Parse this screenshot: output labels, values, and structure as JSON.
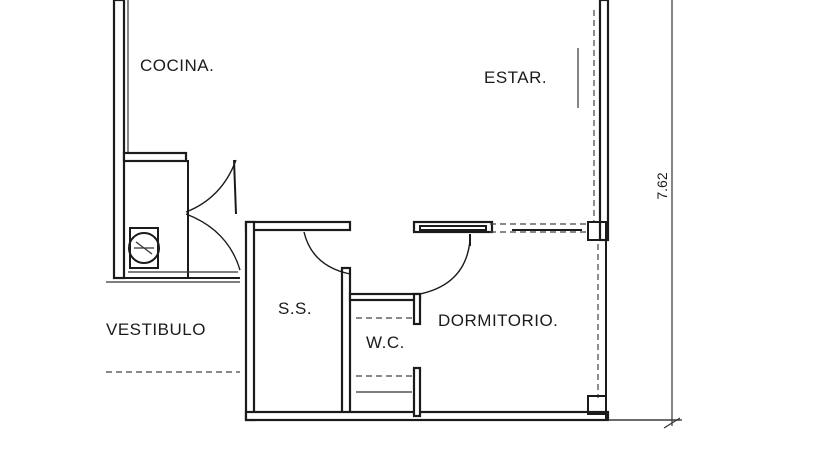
{
  "rooms": {
    "cocina": "COCINA.",
    "estar": "ESTAR.",
    "vestibulo": "VESTIBULO",
    "ss": "S.S.",
    "wc": "W.C.",
    "dormitorio": "DORMITORIO."
  },
  "dimensions": {
    "vertical": "7.62"
  },
  "colors": {
    "ink": "#1b1b1b",
    "paper": "#ffffff"
  }
}
